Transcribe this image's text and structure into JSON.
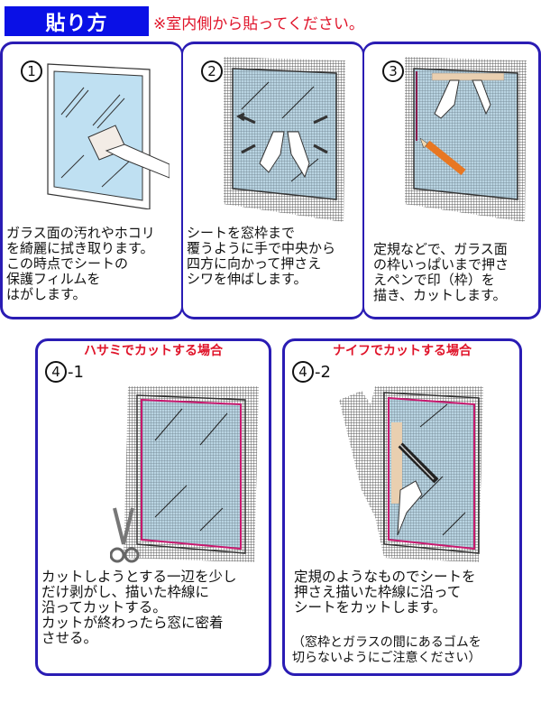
{
  "header": {
    "title": "貼り方",
    "note": "※室内側から貼ってください。",
    "colors": {
      "badge_bg": "#0a10e6",
      "note_text": "#e0142a",
      "panel_border": "#2a1cb4"
    }
  },
  "steps": [
    {
      "number": "1",
      "illustration": "cleaning-window-with-cloth",
      "text": "ガラス面の汚れやホコリ\nを綺麗に拭き取ります。\nこの時点でシートの\n保護フィルムを\nはがします。"
    },
    {
      "number": "2",
      "illustration": "hands-smoothing-sheet",
      "text": "シートを窓枠まで\n覆うように手で中央から\n四方に向かって押さえ\nシワを伸ばします。"
    },
    {
      "number": "3",
      "illustration": "ruler-and-pencil-marking",
      "text": "定規などで、ガラス面\nの枠いっぱいまで押さ\nえペンで印（枠）を\n描き、カットします。"
    }
  ],
  "methods": [
    {
      "title": "ハサミでカットする場合",
      "number": "4",
      "suffix": "-1",
      "illustration": "scissors-cutting-sheet",
      "text": "カットしようとする一辺を少し\nだけ剥がし、描いた枠線に\n沿ってカットする。\nカットが終わったら窓に密着\nさせる。"
    },
    {
      "title": "ナイフでカットする場合",
      "number": "4",
      "suffix": "-2",
      "illustration": "knife-cutting-sheet",
      "text": "定規のようなものでシートを\n押さえ描いた枠線に沿って\nシートをカットします。",
      "note": "（窓枠とガラスの間にあるゴムを\n切らないようにご注意ください）"
    }
  ]
}
